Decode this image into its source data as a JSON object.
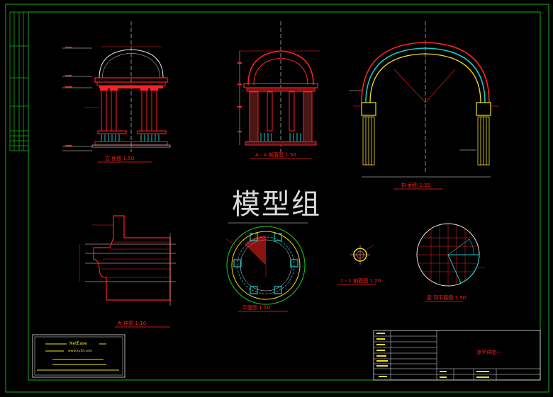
{
  "watermark": "模型组",
  "colors": {
    "frame": "#19b119",
    "red": "#ff2020",
    "yellow": "#f0e020",
    "cyan": "#19c8c8",
    "white": "#e8e8e8"
  },
  "views": {
    "elevation": {
      "label": "立 面图  1:50"
    },
    "section": {
      "label": "A - A 剖面图  1:50"
    },
    "arch": {
      "label": "拱 面图  1:25"
    },
    "detail": {
      "label": "大 样图  1:10"
    },
    "plan": {
      "label": "平面图  1:50"
    },
    "column_section": {
      "label": "1 - 1 剖面图  1:20"
    },
    "dome_plan": {
      "label": "屋 顶平面图 1:50"
    }
  },
  "title_block": {
    "project": "凉亭详图一"
  },
  "logo_block": {
    "brand": "NetEase",
    "url": "www.xy3d.com"
  }
}
